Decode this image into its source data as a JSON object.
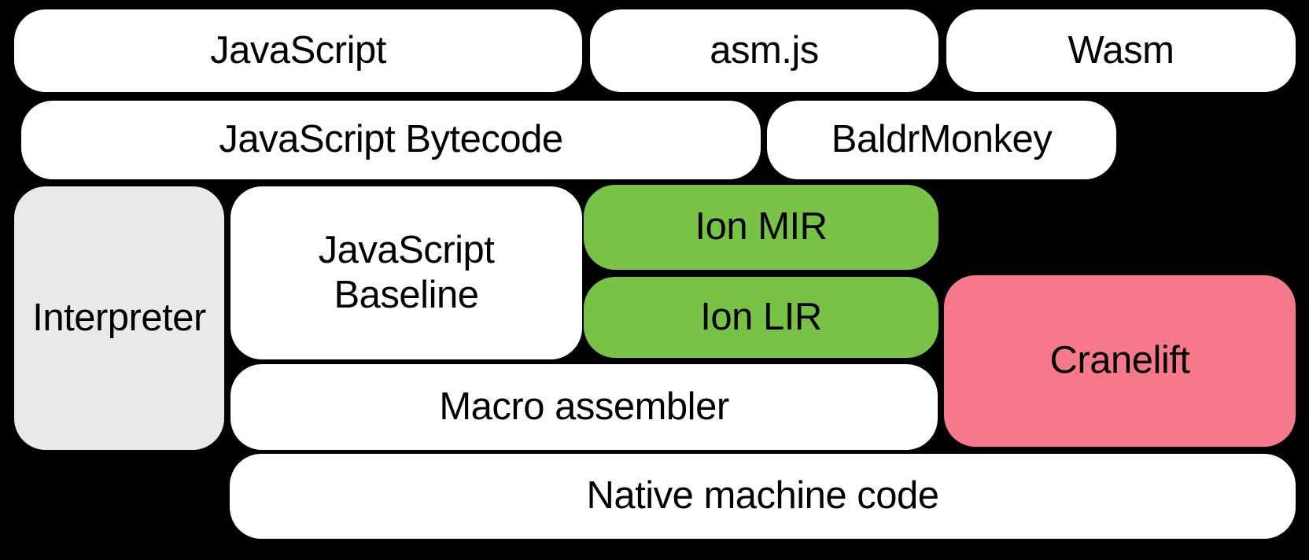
{
  "diagram": {
    "description": "Compiler pipeline diagram with rounded boxes on black background",
    "boxes": {
      "javascript": {
        "label": "JavaScript",
        "fill": "white"
      },
      "asmjs": {
        "label": "asm.js",
        "fill": "white"
      },
      "wasm": {
        "label": "Wasm",
        "fill": "white"
      },
      "bytecode": {
        "label": "JavaScript Bytecode",
        "fill": "white"
      },
      "baldrmonkey": {
        "label": "BaldrMonkey",
        "fill": "white"
      },
      "interpreter": {
        "label": "Interpreter",
        "fill": "gray"
      },
      "baseline": {
        "label": "JavaScript\nBaseline",
        "fill": "white"
      },
      "ion_mir": {
        "label": "Ion MIR",
        "fill": "green"
      },
      "ion_lir": {
        "label": "Ion LIR",
        "fill": "green"
      },
      "cranelift": {
        "label": "Cranelift",
        "fill": "pink"
      },
      "macro_assembler": {
        "label": "Macro assembler",
        "fill": "white"
      },
      "native": {
        "label": "Native machine code",
        "fill": "white"
      }
    },
    "colors": {
      "background": "#000000",
      "text": "#000000",
      "white": "#ffffff",
      "gray": "#e9e9e9",
      "green": "#77c247",
      "pink": "#f5798a"
    }
  }
}
